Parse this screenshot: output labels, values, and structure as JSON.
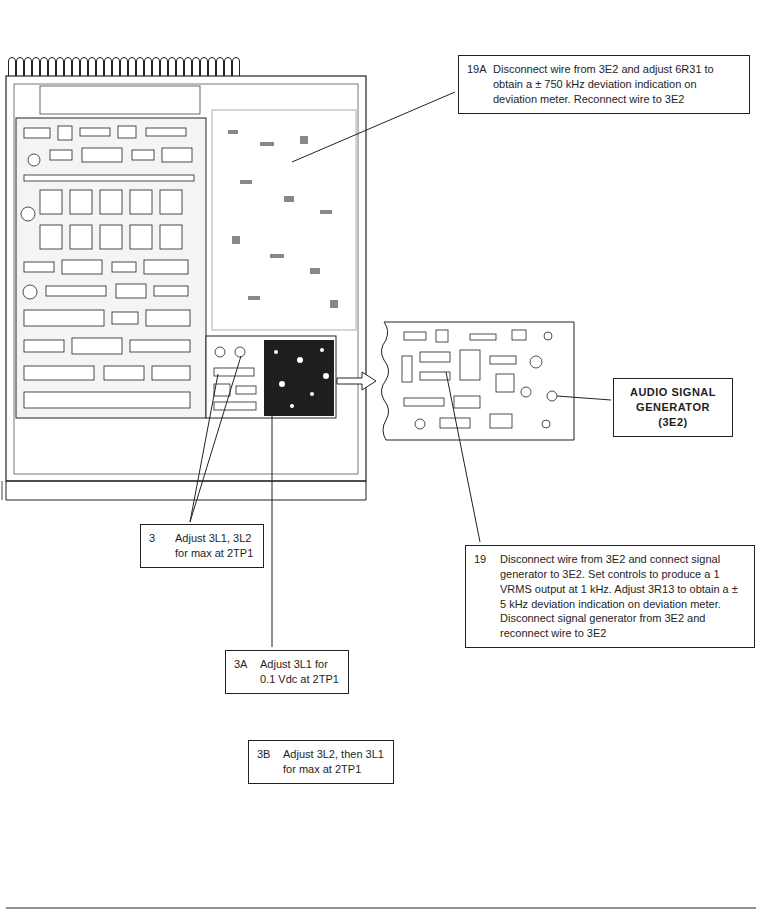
{
  "diagram": {
    "nodes": [
      {
        "text": [
          "19A",
          "Disconnect wire from 3E2 and adjust 6R31 to obtain a ± 750 kHz deviation indication on deviation meter. Reconnect wire to 3E2"
        ]
      },
      {
        "text": [
          "AUDIO SIGNAL GENERATOR (3E2)"
        ]
      },
      {
        "text": [
          "19",
          "Disconnect wire from 3E2 and connect signal generator to 3E2. Set controls to produce a 1 VRMS output at 1 kHz. Adjust 3R13 to obtain a ± 5 kHz deviation indication on deviation meter. Disconnect signal generator from 3E2 and reconnect wire to 3E2"
        ]
      },
      {
        "text": [
          "3",
          "Adjust 3L1, 3L2 for max at 2TP1"
        ]
      },
      {
        "text": [
          "3A",
          "Adjust 3L1 for 0.1 Vdc at 2TP1"
        ]
      },
      {
        "text": [
          "3B",
          "Adjust 3L2, then 3L1 for max at 2TP1"
        ]
      }
    ]
  }
}
